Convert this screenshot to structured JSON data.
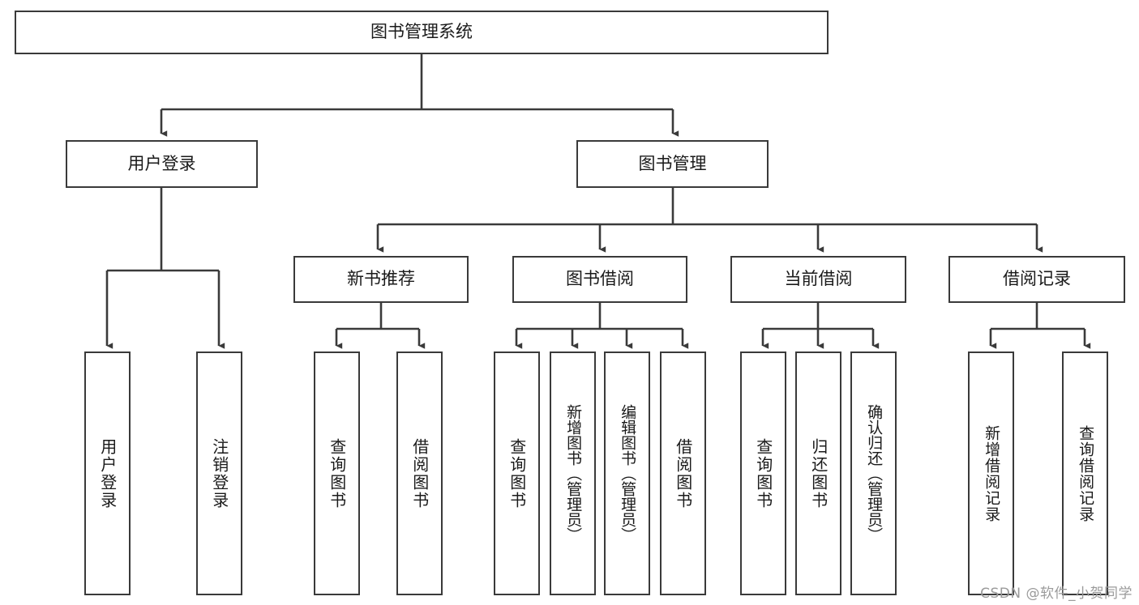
{
  "diagram": {
    "title": "图书管理系统",
    "type": "功能结构图",
    "stroke_color": "#3a3a3a",
    "fill_color": "#ffffff",
    "text_color": "#1a1a1a",
    "nodes": {
      "root": {
        "label": "图书管理系统"
      },
      "level2": [
        {
          "label": "用户登录"
        },
        {
          "label": "图书管理"
        }
      ],
      "level3": [
        {
          "label": "新书推荐"
        },
        {
          "label": "图书借阅"
        },
        {
          "label": "当前借阅"
        },
        {
          "label": "借阅记录"
        }
      ],
      "leaves": [
        {
          "label": "用户登录"
        },
        {
          "label": "注销登录"
        },
        {
          "label": "查询图书"
        },
        {
          "label": "借阅图书"
        },
        {
          "label": "查询图书"
        },
        {
          "label": "新增图书（管理员）"
        },
        {
          "label": "编辑图书（管理员）"
        },
        {
          "label": "借阅图书"
        },
        {
          "label": "查询图书"
        },
        {
          "label": "归还图书"
        },
        {
          "label": "确认归还（管理员）"
        },
        {
          "label": "新增借阅记录"
        },
        {
          "label": "查询借阅记录"
        }
      ]
    }
  },
  "watermark": {
    "text": "CSDN @软件_小贺同学"
  }
}
